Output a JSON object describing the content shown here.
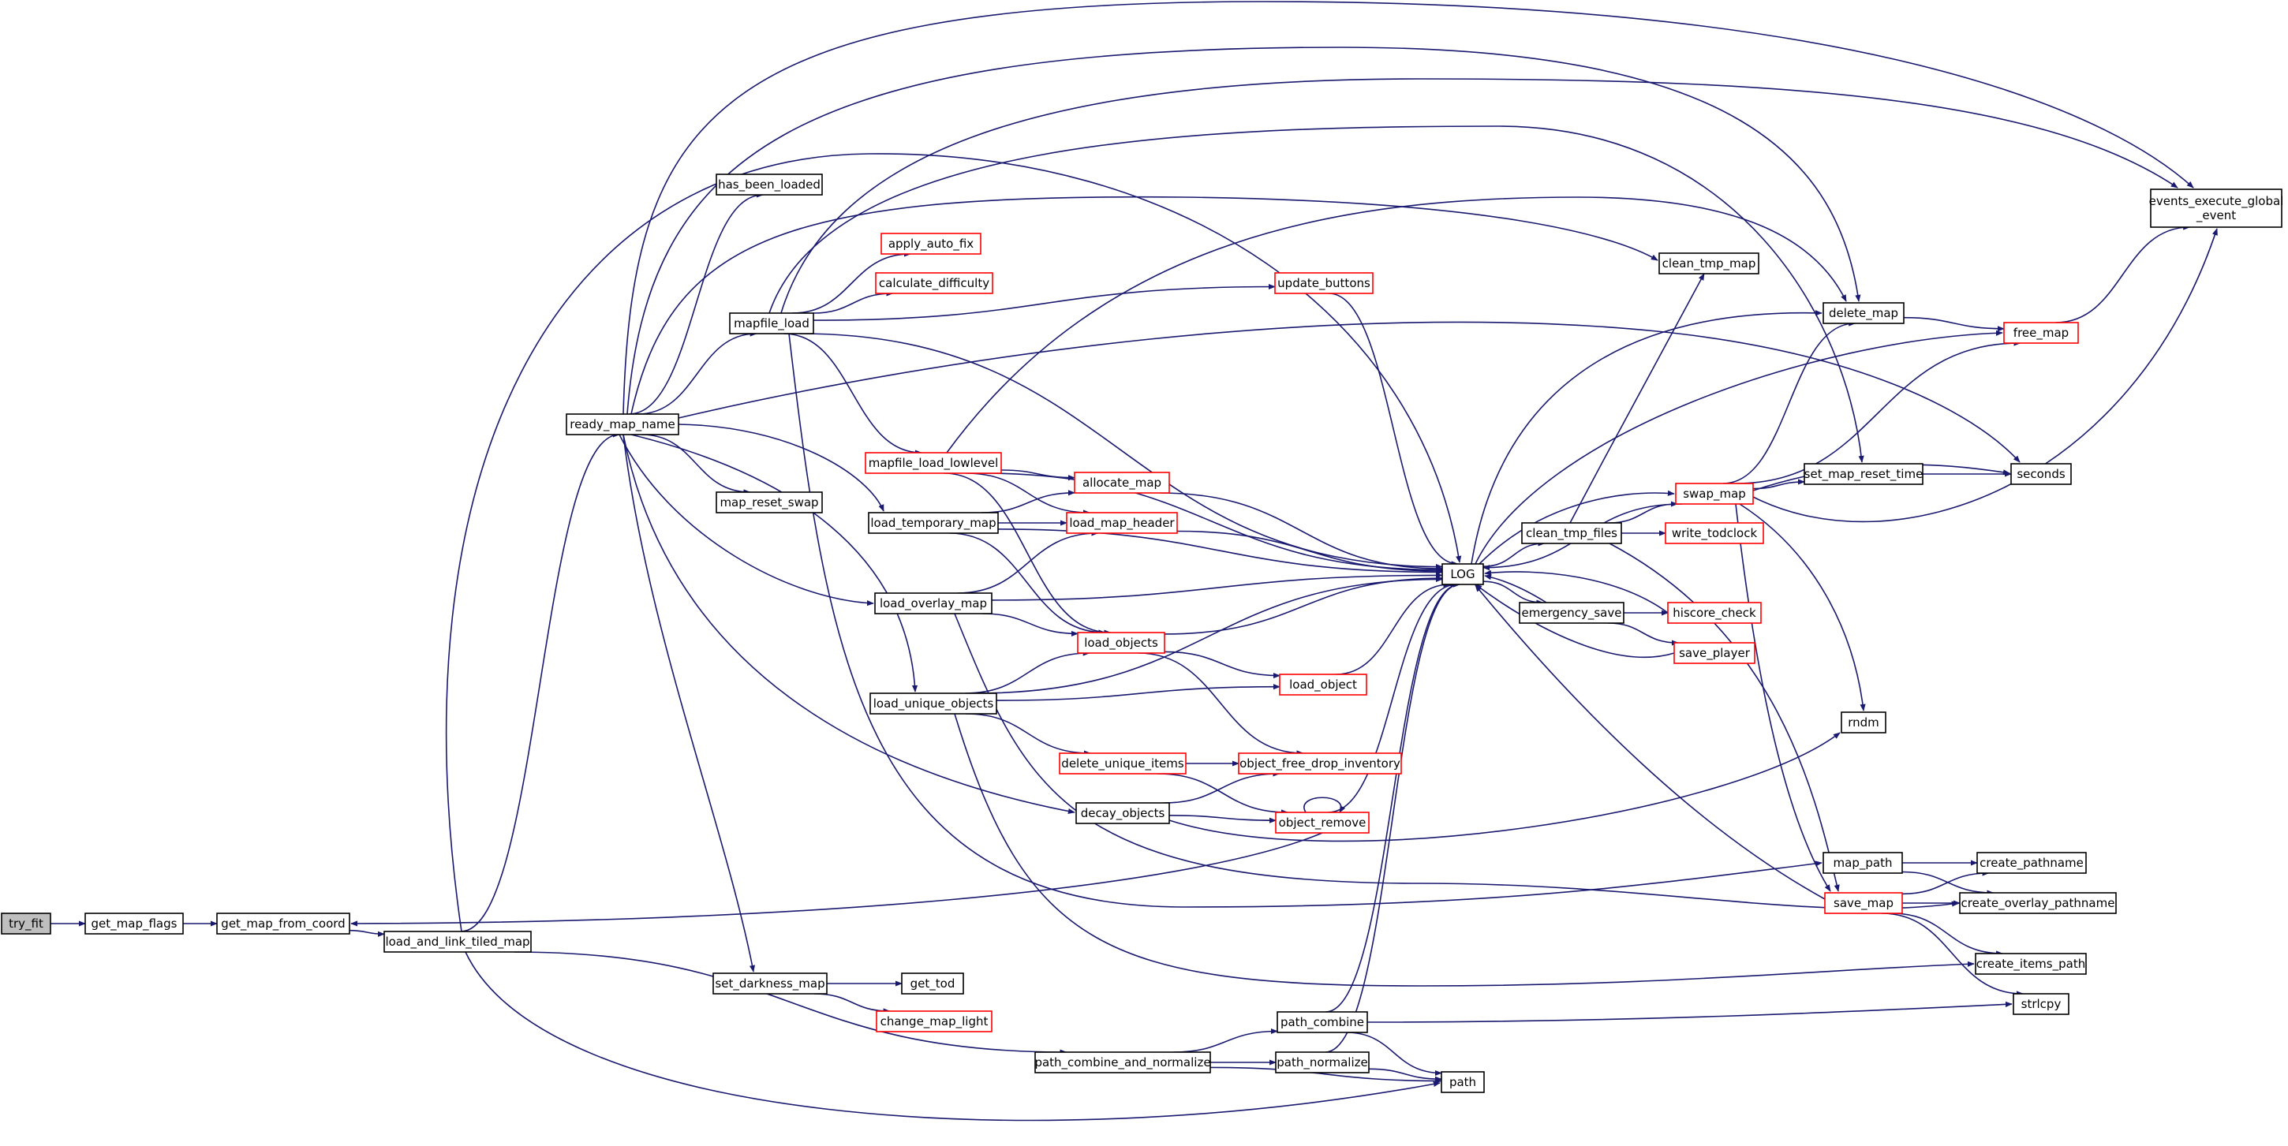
{
  "colors": {
    "edge": "#191970",
    "node_border": "#000000",
    "node_border_linked_red": "#ff0000",
    "root_fill": "#bfbfbf"
  },
  "nodes": [
    {
      "id": "try_fit",
      "label": "try_fit",
      "style": "root"
    },
    {
      "id": "get_map_flags",
      "label": "get_map_flags",
      "style": "normal"
    },
    {
      "id": "get_map_from_coord",
      "label": "get_map_from_coord",
      "style": "normal"
    },
    {
      "id": "load_and_link_tiled_map",
      "label": "load_and_link_tiled_map",
      "style": "normal"
    },
    {
      "id": "ready_map_name",
      "label": "ready_map_name",
      "style": "normal"
    },
    {
      "id": "has_been_loaded",
      "label": "has_been_loaded",
      "style": "normal"
    },
    {
      "id": "apply_auto_fix",
      "label": "apply_auto_fix",
      "style": "red"
    },
    {
      "id": "calculate_difficulty",
      "label": "calculate_difficulty",
      "style": "red"
    },
    {
      "id": "mapfile_load",
      "label": "mapfile_load",
      "style": "normal"
    },
    {
      "id": "update_buttons",
      "label": "update_buttons",
      "style": "red"
    },
    {
      "id": "mapfile_load_lowlevel",
      "label": "mapfile_load_lowlevel",
      "style": "red"
    },
    {
      "id": "allocate_map",
      "label": "allocate_map",
      "style": "red"
    },
    {
      "id": "map_reset_swap",
      "label": "map_reset_swap",
      "style": "normal"
    },
    {
      "id": "load_temporary_map",
      "label": "load_temporary_map",
      "style": "normal"
    },
    {
      "id": "load_map_header",
      "label": "load_map_header",
      "style": "red"
    },
    {
      "id": "load_overlay_map",
      "label": "load_overlay_map",
      "style": "normal"
    },
    {
      "id": "load_objects",
      "label": "load_objects",
      "style": "red"
    },
    {
      "id": "load_unique_objects",
      "label": "load_unique_objects",
      "style": "normal"
    },
    {
      "id": "load_object",
      "label": "load_object",
      "style": "red"
    },
    {
      "id": "delete_unique_items",
      "label": "delete_unique_items",
      "style": "red"
    },
    {
      "id": "object_free_drop_inventory",
      "label": "object_free_drop_inventory",
      "style": "red"
    },
    {
      "id": "decay_objects",
      "label": "decay_objects",
      "style": "normal"
    },
    {
      "id": "object_remove",
      "label": "object_remove",
      "style": "red"
    },
    {
      "id": "set_darkness_map",
      "label": "set_darkness_map",
      "style": "normal"
    },
    {
      "id": "get_tod",
      "label": "get_tod",
      "style": "normal"
    },
    {
      "id": "change_map_light",
      "label": "change_map_light",
      "style": "red"
    },
    {
      "id": "path_combine_and_normalize",
      "label": "path_combine_and_normalize",
      "style": "normal"
    },
    {
      "id": "path_combine",
      "label": "path_combine",
      "style": "normal"
    },
    {
      "id": "path_normalize",
      "label": "path_normalize",
      "style": "normal"
    },
    {
      "id": "path",
      "label": "path",
      "style": "normal"
    },
    {
      "id": "LOG",
      "label": "LOG",
      "style": "normal"
    },
    {
      "id": "clean_tmp_map",
      "label": "clean_tmp_map",
      "style": "normal"
    },
    {
      "id": "delete_map",
      "label": "delete_map",
      "style": "normal"
    },
    {
      "id": "clean_tmp_files",
      "label": "clean_tmp_files",
      "style": "normal"
    },
    {
      "id": "emergency_save",
      "label": "emergency_save",
      "style": "normal"
    },
    {
      "id": "swap_map",
      "label": "swap_map",
      "style": "red"
    },
    {
      "id": "write_todclock",
      "label": "write_todclock",
      "style": "red"
    },
    {
      "id": "hiscore_check",
      "label": "hiscore_check",
      "style": "red"
    },
    {
      "id": "save_player",
      "label": "save_player",
      "style": "red"
    },
    {
      "id": "rndm",
      "label": "rndm",
      "style": "normal"
    },
    {
      "id": "map_path",
      "label": "map_path",
      "style": "normal"
    },
    {
      "id": "save_map",
      "label": "save_map",
      "style": "red"
    },
    {
      "id": "free_map",
      "label": "free_map",
      "style": "red"
    },
    {
      "id": "set_map_reset_time",
      "label": "set_map_reset_time",
      "style": "normal"
    },
    {
      "id": "seconds",
      "label": "seconds",
      "style": "normal"
    },
    {
      "id": "events_execute_global_event",
      "label": "events_execute_global\n_event",
      "style": "normal"
    },
    {
      "id": "create_pathname",
      "label": "create_pathname",
      "style": "normal"
    },
    {
      "id": "create_overlay_pathname",
      "label": "create_overlay_pathname",
      "style": "normal"
    },
    {
      "id": "create_items_path",
      "label": "create_items_path",
      "style": "normal"
    },
    {
      "id": "strlcpy",
      "label": "strlcpy",
      "style": "normal"
    }
  ],
  "edges": [
    [
      "try_fit",
      "get_map_flags"
    ],
    [
      "get_map_flags",
      "get_map_from_coord"
    ],
    [
      "get_map_from_coord",
      "load_and_link_tiled_map"
    ],
    [
      "load_and_link_tiled_map",
      "ready_map_name"
    ],
    [
      "load_and_link_tiled_map",
      "LOG"
    ],
    [
      "load_and_link_tiled_map",
      "path_combine_and_normalize"
    ],
    [
      "load_and_link_tiled_map",
      "path"
    ],
    [
      "ready_map_name",
      "has_been_loaded"
    ],
    [
      "ready_map_name",
      "mapfile_load"
    ],
    [
      "ready_map_name",
      "map_reset_swap"
    ],
    [
      "ready_map_name",
      "load_temporary_map"
    ],
    [
      "ready_map_name",
      "load_overlay_map"
    ],
    [
      "ready_map_name",
      "load_unique_objects"
    ],
    [
      "ready_map_name",
      "decay_objects"
    ],
    [
      "ready_map_name",
      "set_darkness_map"
    ],
    [
      "ready_map_name",
      "events_execute_global_event"
    ],
    [
      "ready_map_name",
      "delete_map"
    ],
    [
      "ready_map_name",
      "clean_tmp_map"
    ],
    [
      "ready_map_name",
      "seconds"
    ],
    [
      "mapfile_load",
      "apply_auto_fix"
    ],
    [
      "mapfile_load",
      "calculate_difficulty"
    ],
    [
      "mapfile_load",
      "update_buttons"
    ],
    [
      "mapfile_load",
      "mapfile_load_lowlevel"
    ],
    [
      "mapfile_load",
      "LOG"
    ],
    [
      "mapfile_load",
      "events_execute_global_event"
    ],
    [
      "mapfile_load",
      "set_map_reset_time"
    ],
    [
      "mapfile_load",
      "map_path"
    ],
    [
      "mapfile_load_lowlevel",
      "allocate_map"
    ],
    [
      "mapfile_load_lowlevel",
      "load_map_header"
    ],
    [
      "mapfile_load_lowlevel",
      "load_objects"
    ],
    [
      "mapfile_load_lowlevel",
      "LOG"
    ],
    [
      "mapfile_load_lowlevel",
      "delete_map"
    ],
    [
      "allocate_map",
      "LOG"
    ],
    [
      "load_temporary_map",
      "allocate_map"
    ],
    [
      "load_temporary_map",
      "load_map_header"
    ],
    [
      "load_temporary_map",
      "load_objects"
    ],
    [
      "load_temporary_map",
      "LOG"
    ],
    [
      "load_map_header",
      "LOG"
    ],
    [
      "load_overlay_map",
      "load_map_header"
    ],
    [
      "load_overlay_map",
      "load_objects"
    ],
    [
      "load_overlay_map",
      "LOG"
    ],
    [
      "load_overlay_map",
      "create_overlay_pathname"
    ],
    [
      "load_objects",
      "LOG"
    ],
    [
      "load_objects",
      "load_object"
    ],
    [
      "load_objects",
      "object_free_drop_inventory"
    ],
    [
      "load_unique_objects",
      "load_objects"
    ],
    [
      "load_unique_objects",
      "load_object"
    ],
    [
      "load_unique_objects",
      "LOG"
    ],
    [
      "load_unique_objects",
      "delete_unique_items"
    ],
    [
      "load_unique_objects",
      "create_items_path"
    ],
    [
      "load_object",
      "LOG"
    ],
    [
      "delete_unique_items",
      "object_free_drop_inventory"
    ],
    [
      "delete_unique_items",
      "object_remove"
    ],
    [
      "decay_objects",
      "object_free_drop_inventory"
    ],
    [
      "decay_objects",
      "object_remove"
    ],
    [
      "decay_objects",
      "rndm"
    ],
    [
      "object_remove",
      "object_remove"
    ],
    [
      "object_remove",
      "LOG"
    ],
    [
      "object_remove",
      "get_map_from_coord"
    ],
    [
      "update_buttons",
      "LOG"
    ],
    [
      "set_darkness_map",
      "get_tod"
    ],
    [
      "set_darkness_map",
      "change_map_light"
    ],
    [
      "path_combine_and_normalize",
      "path_combine"
    ],
    [
      "path_combine_and_normalize",
      "path_normalize"
    ],
    [
      "path_combine_and_normalize",
      "path"
    ],
    [
      "path_combine",
      "path"
    ],
    [
      "path_combine",
      "LOG"
    ],
    [
      "path_combine",
      "strlcpy"
    ],
    [
      "path_normalize",
      "path"
    ],
    [
      "path_normalize",
      "LOG"
    ],
    [
      "LOG",
      "clean_tmp_files"
    ],
    [
      "LOG",
      "emergency_save"
    ],
    [
      "LOG",
      "delete_map"
    ],
    [
      "LOG",
      "free_map"
    ],
    [
      "LOG",
      "swap_map"
    ],
    [
      "clean_tmp_files",
      "clean_tmp_map"
    ],
    [
      "clean_tmp_files",
      "swap_map"
    ],
    [
      "clean_tmp_files",
      "write_todclock"
    ],
    [
      "clean_tmp_files",
      "save_map"
    ],
    [
      "emergency_save",
      "LOG"
    ],
    [
      "emergency_save",
      "hiscore_check"
    ],
    [
      "emergency_save",
      "save_player"
    ],
    [
      "hiscore_check",
      "LOG"
    ],
    [
      "save_player",
      "LOG"
    ],
    [
      "swap_map",
      "LOG"
    ],
    [
      "swap_map",
      "delete_map"
    ],
    [
      "swap_map",
      "free_map"
    ],
    [
      "swap_map",
      "set_map_reset_time"
    ],
    [
      "swap_map",
      "seconds"
    ],
    [
      "swap_map",
      "events_execute_global_event"
    ],
    [
      "swap_map",
      "rndm"
    ],
    [
      "swap_map",
      "save_map"
    ],
    [
      "delete_map",
      "free_map"
    ],
    [
      "free_map",
      "events_execute_global_event"
    ],
    [
      "set_map_reset_time",
      "seconds"
    ],
    [
      "map_path",
      "create_pathname"
    ],
    [
      "map_path",
      "create_overlay_pathname"
    ],
    [
      "save_map",
      "LOG"
    ],
    [
      "save_map",
      "create_pathname"
    ],
    [
      "save_map",
      "create_overlay_pathname"
    ],
    [
      "save_map",
      "create_items_path"
    ],
    [
      "save_map",
      "strlcpy"
    ]
  ]
}
